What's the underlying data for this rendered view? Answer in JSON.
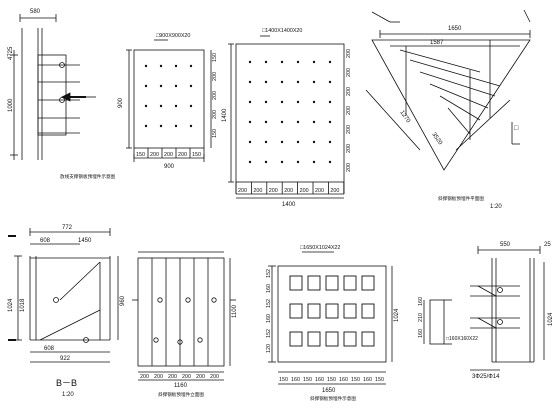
{
  "sheet": {
    "top_left": {
      "dims": [
        "580",
        "4725",
        "1000"
      ],
      "caption": "放线支撑钢板预埋件示意图"
    },
    "plate_900": {
      "title": "□900X900X20",
      "right_dims": [
        "150",
        "200",
        "200",
        "200",
        "150"
      ],
      "left_dim": "900",
      "bottom_dims": [
        "150",
        "200",
        "200",
        "200",
        "150"
      ],
      "bottom_total": "900"
    },
    "plate_1400": {
      "title": "□1400X1400X20",
      "right_dims": [
        "200",
        "200",
        "200",
        "200",
        "200",
        "200",
        "200"
      ],
      "left_dim": "1400",
      "bottom_dims": [
        "200",
        "200",
        "200",
        "200",
        "200",
        "200",
        "200"
      ],
      "bottom_total": "1400"
    },
    "triangle": {
      "top_dims": [
        "1650",
        "1587"
      ],
      "side_dims": [
        "1270",
        "3520"
      ],
      "caption": "斜撑钢板预埋件平面图",
      "scale": "1:20",
      "section_mark": "□"
    },
    "section_bb": {
      "top_dims": [
        "772",
        "608",
        "1450"
      ],
      "left_dims": [
        "1024",
        "1018"
      ],
      "right_dim": "960",
      "bottom_dims": [
        "608",
        "922"
      ],
      "label": "B－B",
      "scale": "1:20"
    },
    "column_elev": {
      "right_dim": "1100",
      "bottom_dims": [
        "200",
        "200",
        "200",
        "200",
        "200",
        "200"
      ],
      "bottom_total": "1160",
      "caption": "斜撑钢板预埋件立面图"
    },
    "grid_plate": {
      "title": "□1650X1024X22",
      "left_dims": [
        "152",
        "160",
        "152",
        "160",
        "152",
        "120"
      ],
      "right_dim": "1024",
      "bottom_dims": [
        "150",
        "160",
        "150",
        "160",
        "150",
        "160",
        "150",
        "160",
        "150"
      ],
      "bottom_total": "1650",
      "caption": "斜撑钢板预埋件示意图"
    },
    "detail_right": {
      "top_dims": [
        "550",
        "25"
      ],
      "left_dims": [
        "160",
        "210",
        "160"
      ],
      "right_dim": "1024",
      "small_plate": "□160X160X22",
      "bottom_label": "3Ф25/Ф14"
    }
  }
}
